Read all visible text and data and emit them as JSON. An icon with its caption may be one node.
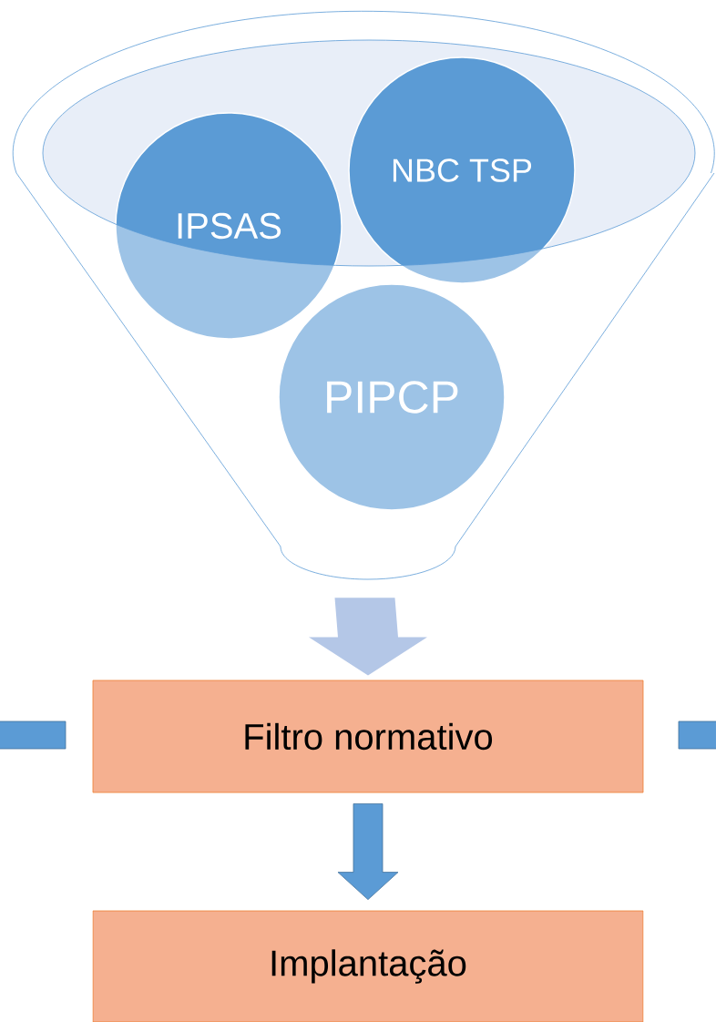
{
  "diagram": {
    "nodes": [
      {
        "text": [],
        "shape": "funnel"
      },
      {
        "text": [
          "IPSAS"
        ],
        "in": 0
      },
      {
        "text": [
          "NBC TSP"
        ],
        "in": 0
      },
      {
        "text": [
          "PIPCP"
        ],
        "in": 0
      },
      {
        "text": [
          "Filtro normativo"
        ]
      },
      {
        "text": [
          "Implantação"
        ]
      }
    ],
    "edges": [
      {
        "from": 0,
        "to": 4,
        "arrow": "to",
        "color": "#b4c7e7"
      },
      {
        "from": 4,
        "to": 5,
        "arrow": "to"
      }
    ]
  }
}
